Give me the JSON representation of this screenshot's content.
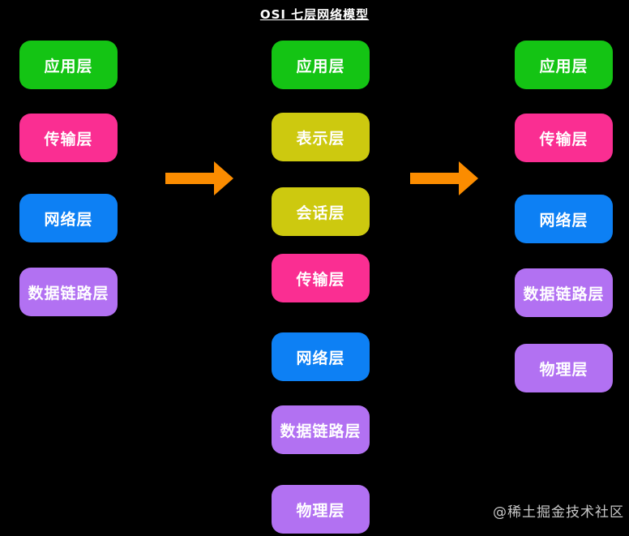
{
  "title": "OSI 七层网络模型",
  "watermark": "@稀土掘金技术社区",
  "palette": {
    "background": "#000000",
    "text": "#ffffff",
    "watermark": "#c7c7c7",
    "orange": "#fb8c00",
    "green": "#14c414",
    "pink": "#fa2e92",
    "blue": "#0d80f4",
    "olive": "#cdc90f",
    "purple": "#b271f2"
  },
  "diagram": {
    "columns": [
      {
        "name": "column-left",
        "layers": [
          {
            "label": "应用层",
            "color": "green"
          },
          {
            "label": "传输层",
            "color": "pink"
          },
          {
            "label": "网络层",
            "color": "blue"
          },
          {
            "label": "数据链路层",
            "color": "purple"
          }
        ]
      },
      {
        "name": "column-middle",
        "layers": [
          {
            "label": "应用层",
            "color": "green"
          },
          {
            "label": "表示层",
            "color": "olive"
          },
          {
            "label": "会话层",
            "color": "olive"
          },
          {
            "label": "传输层",
            "color": "pink"
          },
          {
            "label": "网络层",
            "color": "blue"
          },
          {
            "label": "数据链路层",
            "color": "purple"
          },
          {
            "label": "物理层",
            "color": "purple"
          }
        ]
      },
      {
        "name": "column-right",
        "layers": [
          {
            "label": "应用层",
            "color": "green"
          },
          {
            "label": "传输层",
            "color": "pink"
          },
          {
            "label": "网络层",
            "color": "blue"
          },
          {
            "label": "数据链路层",
            "color": "purple"
          },
          {
            "label": "物理层",
            "color": "purple"
          }
        ]
      }
    ],
    "arrows": [
      {
        "name": "arrow-left-to-middle",
        "direction": "right"
      },
      {
        "name": "arrow-middle-to-right",
        "direction": "right"
      }
    ]
  }
}
